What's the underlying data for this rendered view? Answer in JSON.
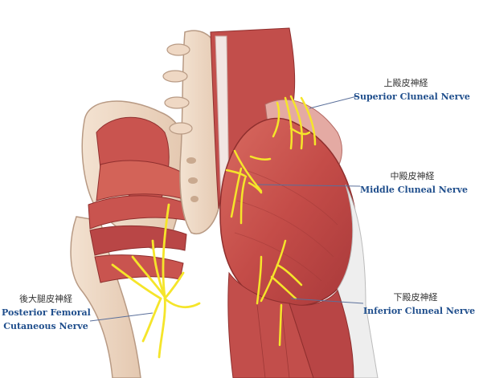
{
  "labels": {
    "superior": {
      "jp": "上殿皮神経",
      "en": "Superior Cluneal Nerve"
    },
    "middle": {
      "jp": "中殿皮神経",
      "en": "Middle Cluneal Nerve"
    },
    "inferior": {
      "jp": "下殿皮神経",
      "en": "Inferior Cluneal Nerve"
    },
    "posterior": {
      "jp": "後大腿皮神経",
      "en_line1": "Posterior Femoral",
      "en_line2": "Cutaneous Nerve"
    }
  },
  "colors": {
    "muscle": "#c9544f",
    "muscle_light": "#e08a80",
    "bone": "#efd8c4",
    "bone_outline": "#b89a84",
    "nerve": "#f5e52a",
    "pointer_line": "#5a6f9a",
    "label_en": "#1f4e8c"
  }
}
